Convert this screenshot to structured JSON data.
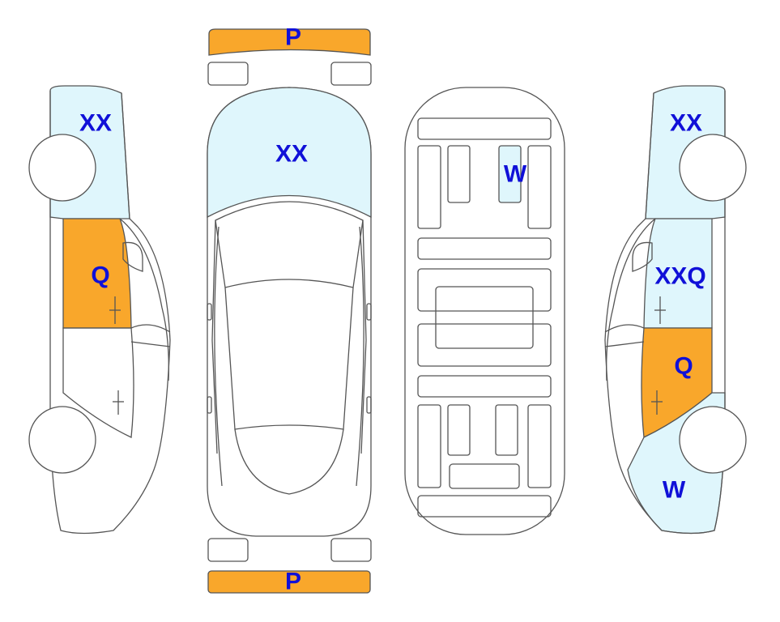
{
  "colors": {
    "orange": "#f9a72b",
    "light_blue": "#dff6fc",
    "label": "#1010d8",
    "outline": "#555555"
  },
  "labels": {
    "front_bumper": "P",
    "rear_bumper": "P",
    "hood": "XX",
    "roof": "W",
    "left_front_fender": "XX",
    "left_front_door": "Q",
    "right_front_fender": "XX",
    "right_front_door": "XXQ",
    "right_rear_door": "Q",
    "right_rear_quarter": "W"
  }
}
